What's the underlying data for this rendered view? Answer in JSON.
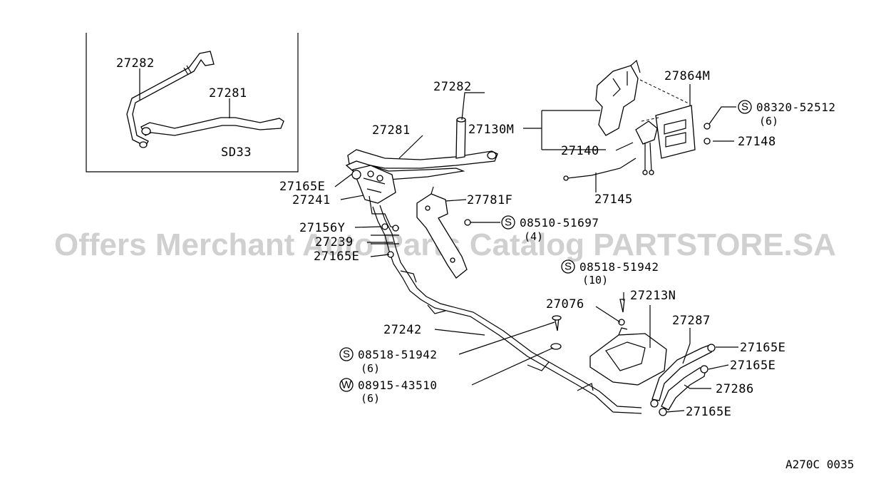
{
  "inset": {
    "variant_label": "SD33",
    "labels": {
      "a": "27282",
      "b": "27281"
    }
  },
  "labels": {
    "l27282": "27282",
    "l27281": "27281",
    "l27130M": "27130M",
    "l27140": "27140",
    "l27864M": "27864M",
    "l27148": "27148",
    "l27145": "27145",
    "l27165E_a": "27165E",
    "l27241": "27241",
    "l27781F": "27781F",
    "l27156Y": "27156Y",
    "l27239": "27239",
    "l27165E_b": "27165E",
    "l27242": "27242",
    "l27076": "27076",
    "l27213N": "27213N",
    "l27287": "27287",
    "l27165E_c": "27165E",
    "l27165E_d": "27165E",
    "l27286": "27286",
    "l27165E_e": "27165E"
  },
  "fasteners": {
    "f1": {
      "symbol": "S",
      "code": "08320-52512",
      "qty": "(6)"
    },
    "f2": {
      "symbol": "S",
      "code": "08510-51697",
      "qty": "(4)"
    },
    "f3": {
      "symbol": "S",
      "code": "08518-51942",
      "qty": "(10)"
    },
    "f4": {
      "symbol": "S",
      "code": "08518-51942",
      "qty": "(6)"
    },
    "f5": {
      "symbol": "W",
      "code": "08915-43510",
      "qty": "(6)"
    }
  },
  "watermark": "Offers Merchant Auto Parts Catalog PARTSTORE.SA",
  "figure_id": "A270C 0035"
}
